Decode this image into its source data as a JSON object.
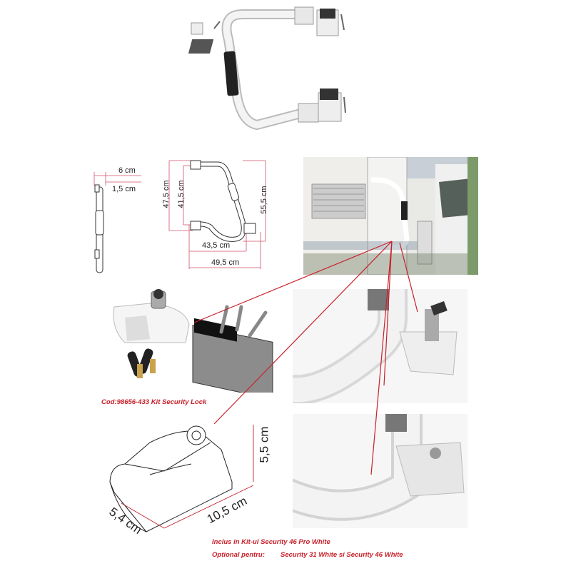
{
  "dimensions_side": {
    "width": "6 cm",
    "depth": "1,5 cm"
  },
  "dimensions_front": {
    "height_outer": "47,5 cm",
    "height_inner": "41,5 cm",
    "height_total": "55,5 cm",
    "width_inner": "43,5 cm",
    "width_total": "49,5 cm"
  },
  "kit_caption": "Cod:98656-433  Kit Security Lock",
  "lock_dimensions": {
    "height": "5,5 cm",
    "depth": "5,4 cm",
    "length": "10,5 cm"
  },
  "footer": {
    "included": "Inclus in Kit-ul Security 46 Pro White",
    "optional_label": "Optional pentru:",
    "optional_value": "Security 31 White si Security 46 White"
  },
  "colors": {
    "accent_red": "#c8202a",
    "dimension_line": "#d0506a"
  }
}
